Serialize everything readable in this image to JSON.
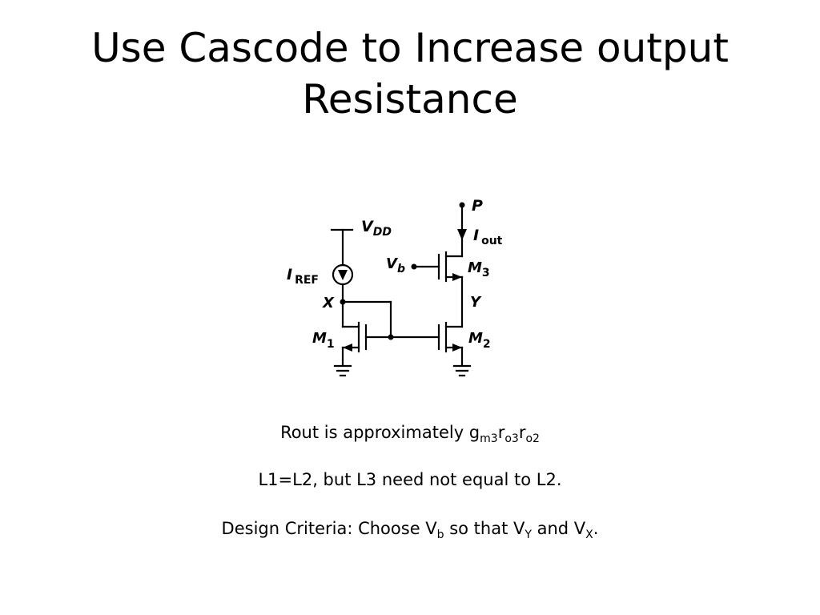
{
  "slide": {
    "title_line1": "Use Cascode to Increase output",
    "title_line2": "Resistance"
  },
  "circuit": {
    "vdd_main": "V",
    "vdd_sub": "DD",
    "iref_main": "I",
    "iref_sub": "REF",
    "node_x": "X",
    "node_y": "Y",
    "node_p": "P",
    "iout_main": "I",
    "iout_sub": "out",
    "vb_main": "V",
    "vb_sub": "b",
    "m1_main": "M",
    "m1_sub": "1",
    "m2_main": "M",
    "m2_sub": "2",
    "m3_main": "M",
    "m3_sub": "3"
  },
  "notes": {
    "rout_prefix": "Rout is approximately g",
    "rout_sub1": "m3",
    "rout_r1": "r",
    "rout_sub2": "o3",
    "rout_r2": "r",
    "rout_sub3": "o2",
    "length_rule": "L1=L2, but L3 need not equal to L2.",
    "design_prefix": "Design Criteria: Choose V",
    "design_sub_b": "b",
    "design_mid": " so that V",
    "design_sub_y": "Y",
    "design_and": " and V",
    "design_sub_x": "X",
    "design_end": "."
  }
}
